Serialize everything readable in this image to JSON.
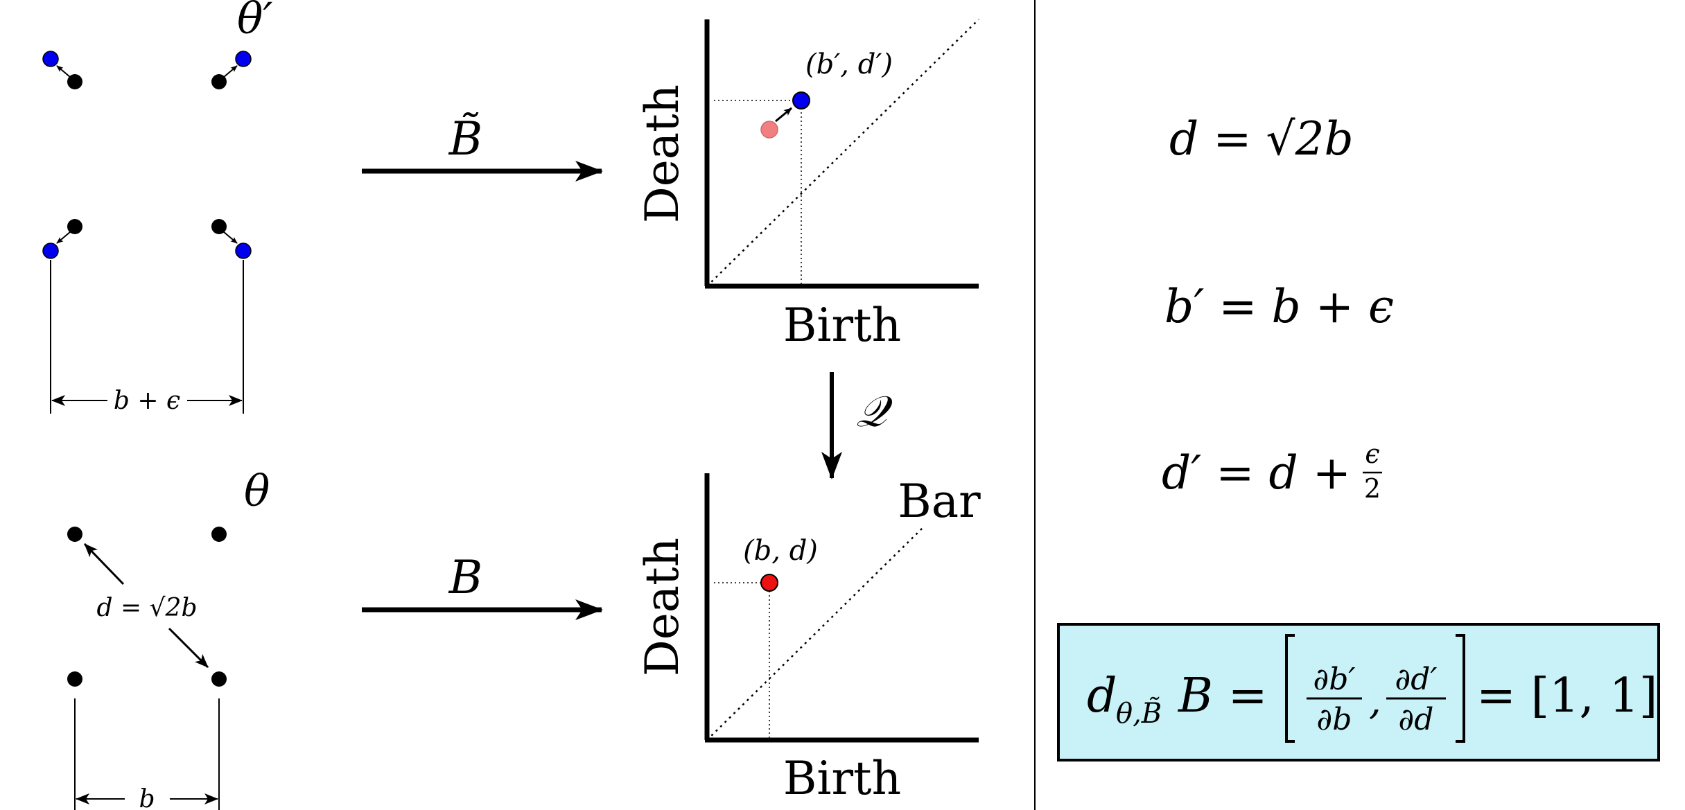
{
  "colors": {
    "ink": "#000000",
    "blue_point": "#0000ee",
    "red_point": "#ee1111",
    "pink_point": "#f08080",
    "box_fill": "#c8f2f8"
  },
  "top_config": {
    "label": "θ′",
    "spacing_label": "b + ϵ"
  },
  "bottom_config": {
    "label": "θ",
    "distance_label": "d = √2b",
    "spacing_label": "b"
  },
  "maps": {
    "top": "B̃",
    "bottom": "B",
    "down": "𝒬"
  },
  "top_diagram": {
    "xlabel": "Birth",
    "ylabel": "Death",
    "point_label": "(b′, d′)"
  },
  "bottom_diagram": {
    "xlabel": "Birth",
    "ylabel": "Death",
    "point_label": "(b, d)",
    "corner_label": "Bar"
  },
  "equations": {
    "eq1": "d = √2b",
    "eq2": "b′ = b + ϵ",
    "eq3_left": "d′ = d +",
    "eq3_num": "ϵ",
    "eq3_den": "2"
  },
  "result": {
    "d": "d",
    "sub": "θ,B̃",
    "B_eq": "B =",
    "frac1_num": "∂b′",
    "frac1_den": "∂b",
    "comma": ",",
    "frac2_num": "∂d′",
    "frac2_den": "∂d",
    "rhs": "= [1, 1]"
  }
}
